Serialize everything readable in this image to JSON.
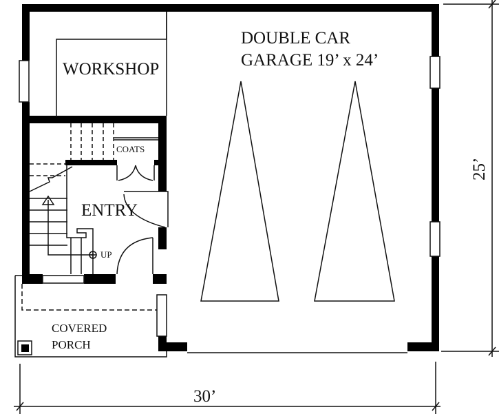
{
  "plan": {
    "rooms": {
      "workshop": "WORKSHOP",
      "garage_line1": "DOUBLE CAR",
      "garage_line2": "GARAGE 19’ x 24’",
      "coats": "COATS",
      "entry": "ENTRY",
      "up": "UP",
      "porch_line1": "COVERED",
      "porch_line2": "PORCH"
    },
    "dimensions": {
      "width": "30’",
      "depth": "25’"
    },
    "colors": {
      "wall": "#000000",
      "line": "#111111",
      "background": "#ffffff"
    }
  }
}
